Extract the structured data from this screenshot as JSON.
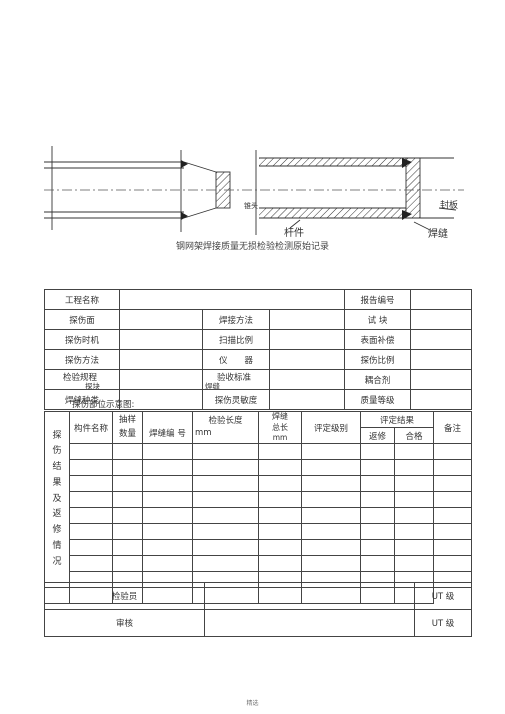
{
  "drawing": {
    "caption": "钢网架焊接质量无损检验检测原始记录",
    "labels": {
      "cone": "锥头",
      "rod": "杆件",
      "weld": "焊缝",
      "plate": "封板"
    }
  },
  "info": {
    "r1": {
      "a": "工程名称",
      "b": "报告编号"
    },
    "r2": {
      "a": "探伤面",
      "b": "焊接方法",
      "c": "试 块"
    },
    "r3": {
      "a": "探伤时机",
      "b": "扫描比例",
      "c": "表面补偿"
    },
    "r4": {
      "a": "探伤方法",
      "b": "仪　　器",
      "c": "探伤比例"
    },
    "r5": {
      "a": "检验规程",
      "a_sub": "探块",
      "b": "验收标准",
      "b_sub": "焊缝",
      "c": "耦合剂"
    },
    "r6": {
      "a": "焊缝种类",
      "b": "探伤灵敏度",
      "c": "质量等级"
    },
    "sketch_label": "探伤部位示意图:"
  },
  "grid": {
    "side_label": "探伤结果及返修情况",
    "h_member": "构件名称",
    "h_sample": "抽样数量",
    "h_weldno": "焊缝编 号",
    "h_length": "检验长度",
    "h_length_unit": "mm",
    "h_total": "焊缝总长",
    "h_total_unit": "mm",
    "h_grade": "评定级别",
    "h_result": "评定结果",
    "h_repair": "返修",
    "h_pass": "合格",
    "h_note": "备注"
  },
  "sign": {
    "inspector": "检验员",
    "inspector_level": "UT 级",
    "reviewer": "审核",
    "reviewer_level": "UT 级"
  },
  "footer": "精选"
}
